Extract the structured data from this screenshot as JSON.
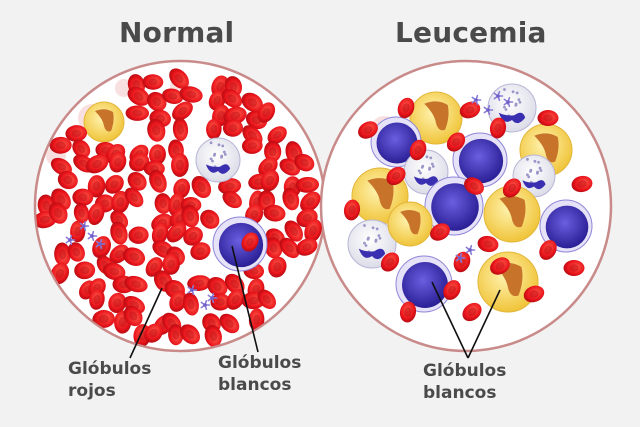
{
  "panels": {
    "normal": {
      "title": "Normal"
    },
    "leukemia": {
      "title": "Leucemia"
    }
  },
  "labels": {
    "normal_red": {
      "line1": "Glóbulos",
      "line2": "rojos"
    },
    "normal_white": {
      "line1": "Glóbulos",
      "line2": "blancos"
    },
    "leukemia_white": {
      "line1": "Glóbulos",
      "line2": "blancos"
    }
  },
  "colors": {
    "background": "#f2f2f2",
    "circle_border": "#c98a8a",
    "red_cell": "#e8141b",
    "lymphocyte": "#3a2fb0",
    "granulocyte": "#f2f2f7",
    "monocyte_yellow": "#f5d44a",
    "nucleus_orange": "#c7742a",
    "platelet": "#8a7ad6",
    "text": "#4a4a4a"
  }
}
